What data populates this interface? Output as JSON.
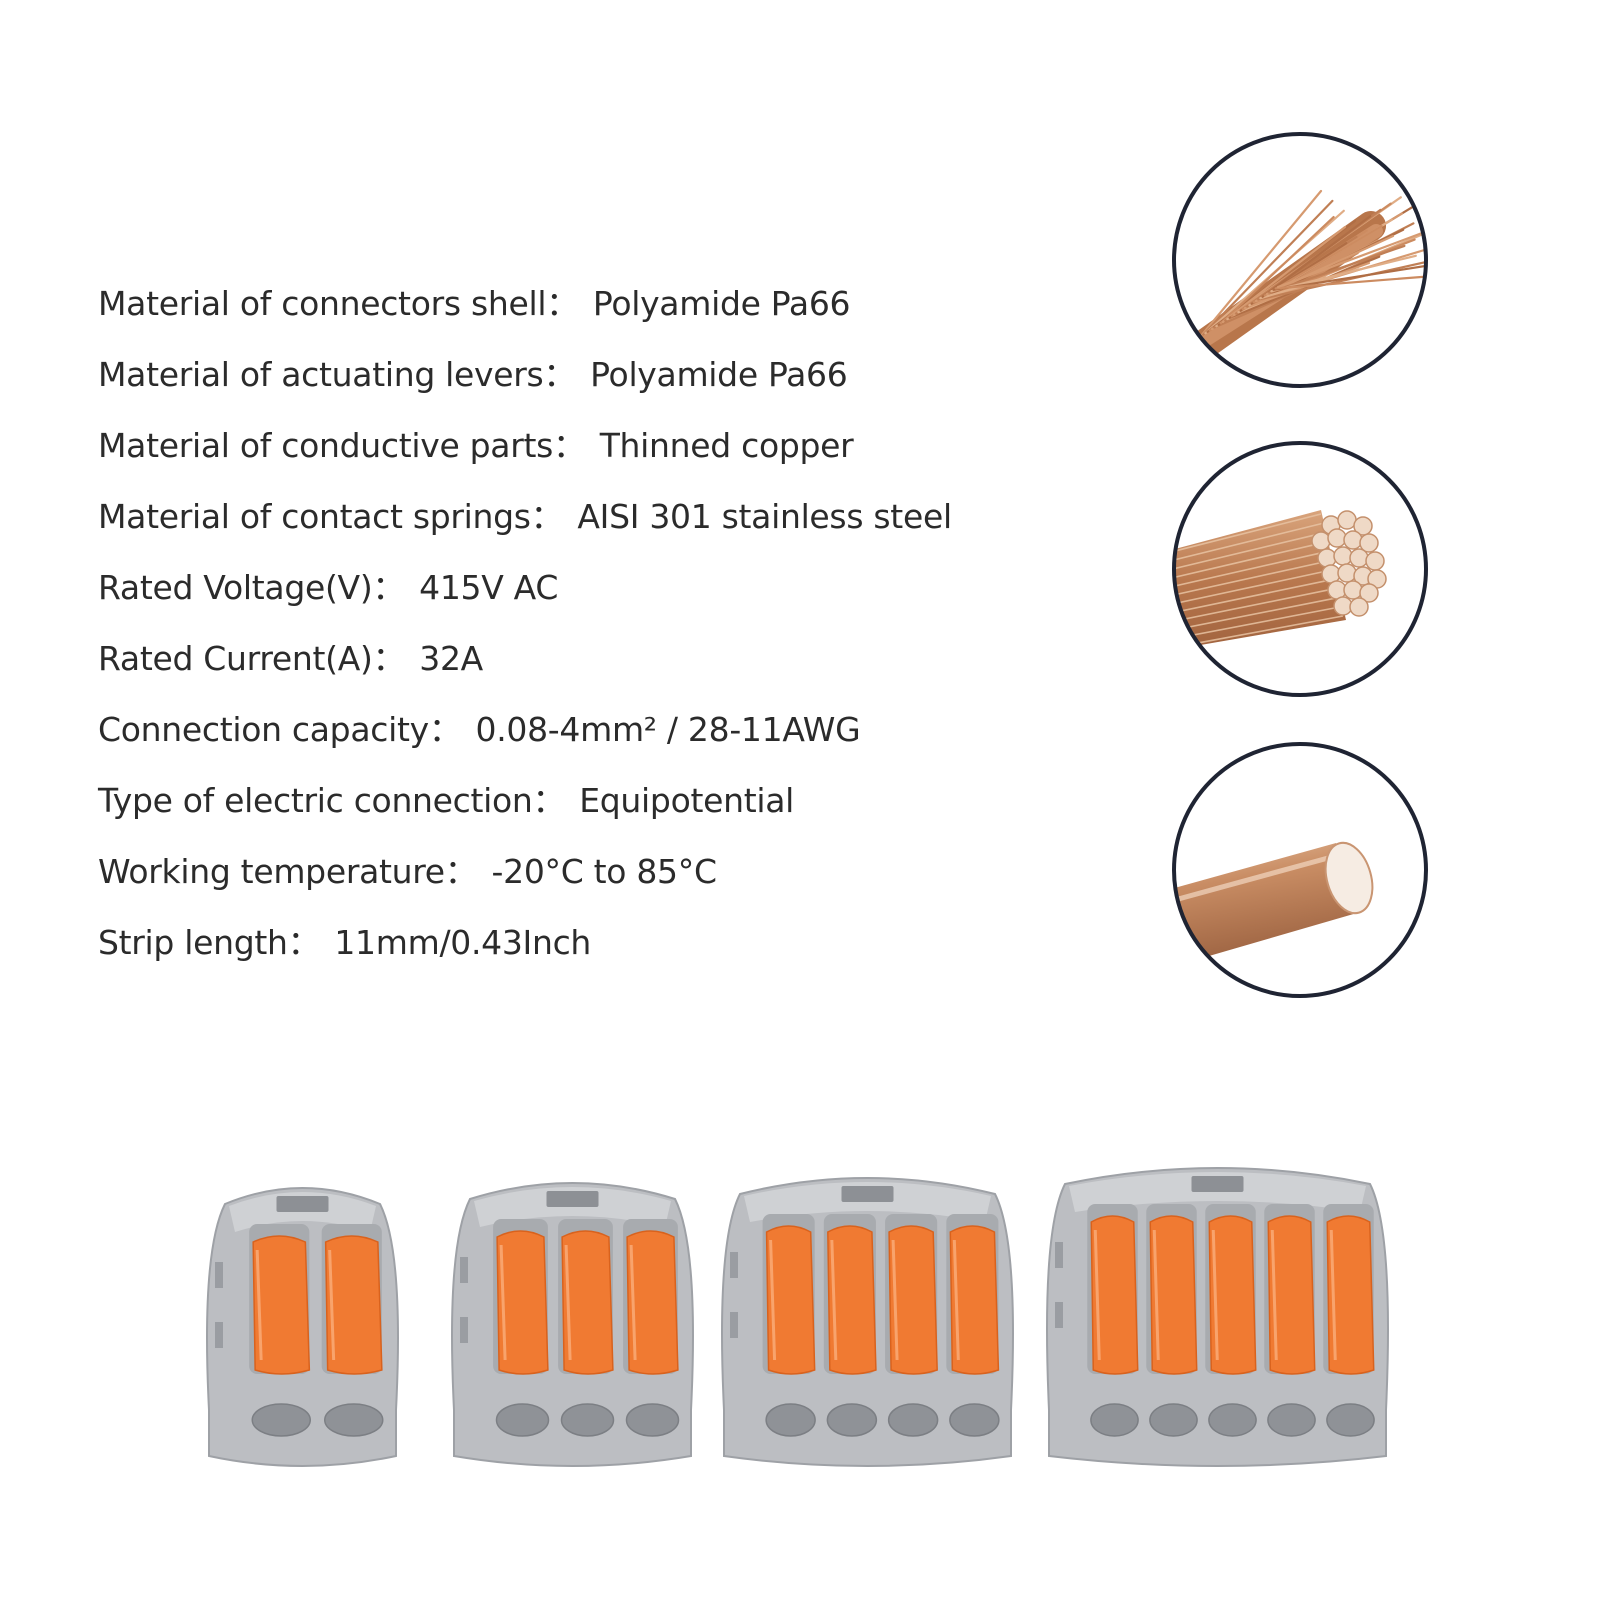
{
  "specs": [
    {
      "label": "Material of connectors shell：",
      "value": "Polyamide Pa66"
    },
    {
      "label": "Material of actuating levers：",
      "value": "Polyamide Pa66"
    },
    {
      "label": "Material of conductive parts：",
      "value": "Thinned copper"
    },
    {
      "label": "Material of contact springs：",
      "value": "AISI 301 stainless steel"
    },
    {
      "label": "Rated Voltage(V)：",
      "value": "415V AC"
    },
    {
      "label": "Rated Current(A)：",
      "value": "32A"
    },
    {
      "label": "Connection capacity：",
      "value": "0.08-4mm² / 28-11AWG"
    },
    {
      "label": "Type of electric connection：",
      "value": "Equipotential"
    },
    {
      "label": "Working temperature：",
      "value": "-20°C to 85°C"
    },
    {
      "label": "Strip length：",
      "value": "11mm/0.43Inch"
    }
  ],
  "wire_types": [
    {
      "icon": "fine-stranded-wire-icon"
    },
    {
      "icon": "stranded-wire-icon"
    },
    {
      "icon": "solid-wire-icon"
    }
  ],
  "connectors": [
    {
      "icon": "2-way-lever-connector-icon",
      "lever_count": 2
    },
    {
      "icon": "3-way-lever-connector-icon",
      "lever_count": 3
    },
    {
      "icon": "4-way-lever-connector-icon",
      "lever_count": 4
    },
    {
      "icon": "5-way-lever-connector-icon",
      "lever_count": 5
    }
  ],
  "colors": {
    "text": "#2b2b2b",
    "circle_border": "#1f2433",
    "copper": "#c98a5e",
    "copper_dark": "#a8683f",
    "connector_grey": "#b7b9bd",
    "lever_orange": "#f0722a"
  }
}
